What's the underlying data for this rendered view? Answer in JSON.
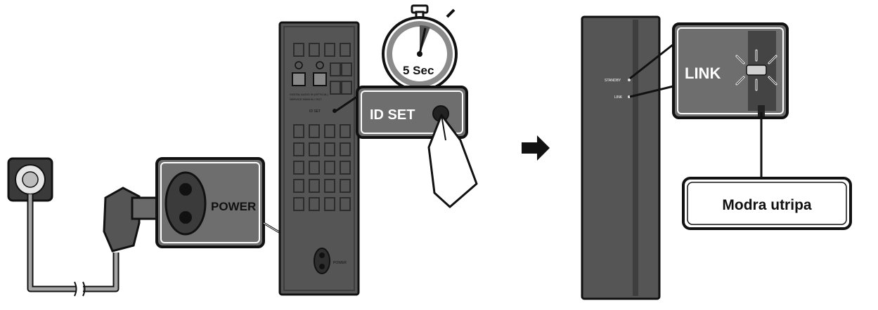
{
  "timer": {
    "label": "5 Sec"
  },
  "buttons": {
    "id_set": "ID SET"
  },
  "connectors": {
    "power_callout": "POWER"
  },
  "rear_panel": {
    "id_set_small": "ID SET",
    "power_small": "POWER",
    "port_text_1": "DIGITAL AUDIO IN (OPTICAL)",
    "port_text_2": "SERVICE HDMI IN / OUT"
  },
  "front_panel": {
    "standby": "STANDBY",
    "link_small": "LINK"
  },
  "indicator": {
    "link_label": "LINK",
    "caption": "Modra utripa"
  },
  "colors": {
    "device": "#555555",
    "callout": "#6e6e6e",
    "outline": "#111111",
    "cable": "#9a9a9a"
  }
}
